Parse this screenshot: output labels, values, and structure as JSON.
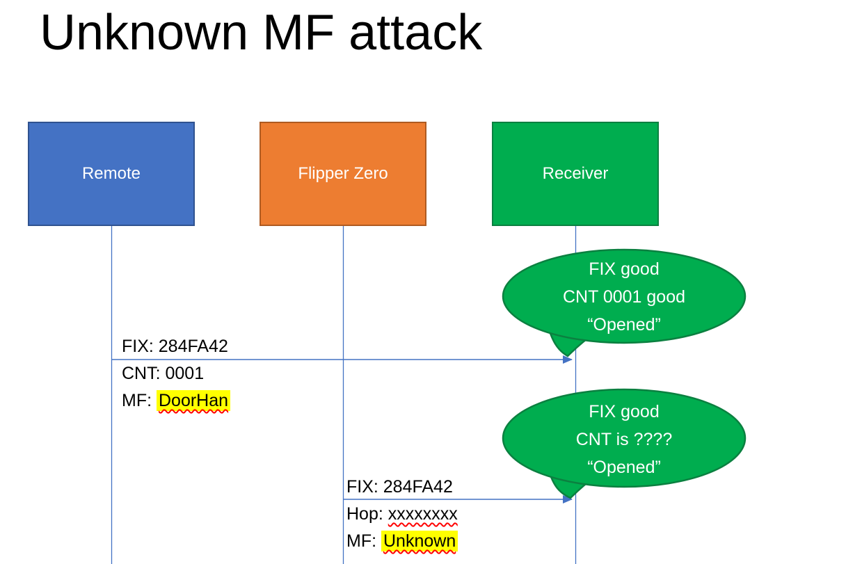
{
  "slide": {
    "title": "Unknown MF attack"
  },
  "actors": [
    {
      "label": "Remote",
      "fill": "#4472C4",
      "border": "#2F528F"
    },
    {
      "label": "Flipper Zero",
      "fill": "#ED7D31",
      "border": "#AE5A21"
    },
    {
      "label": "Receiver",
      "fill": "#00AD4F",
      "border": "#0B8040"
    }
  ],
  "messages": {
    "m1": {
      "from": "Remote",
      "to": "Receiver",
      "line1": "FIX: 284FA42",
      "line2": "CNT: 0001",
      "line3_prefix": "MF: ",
      "line3_value": "DoorHan"
    },
    "m2": {
      "from": "Flipper Zero",
      "to": "Receiver",
      "line1": "FIX: 284FA42",
      "line2_prefix": "Hop: ",
      "line2_value": "xxxxxxxx",
      "line3_prefix": "MF: ",
      "line3_value": "Unknown"
    }
  },
  "bubbles": {
    "b1": {
      "line1": "FIX good",
      "line2": "CNT 0001 good",
      "line3": "“Opened”"
    },
    "b2": {
      "line1": "FIX good",
      "line2": "CNT is ????",
      "line3": "“Opened”"
    }
  },
  "colors": {
    "lifeline": "#4472C4",
    "arrow": "#4472C4",
    "bubble_fill": "#00AD4F",
    "bubble_border": "#0B8040",
    "highlight": "#FFFF00",
    "spellcheck_underline": "#FF0000"
  }
}
